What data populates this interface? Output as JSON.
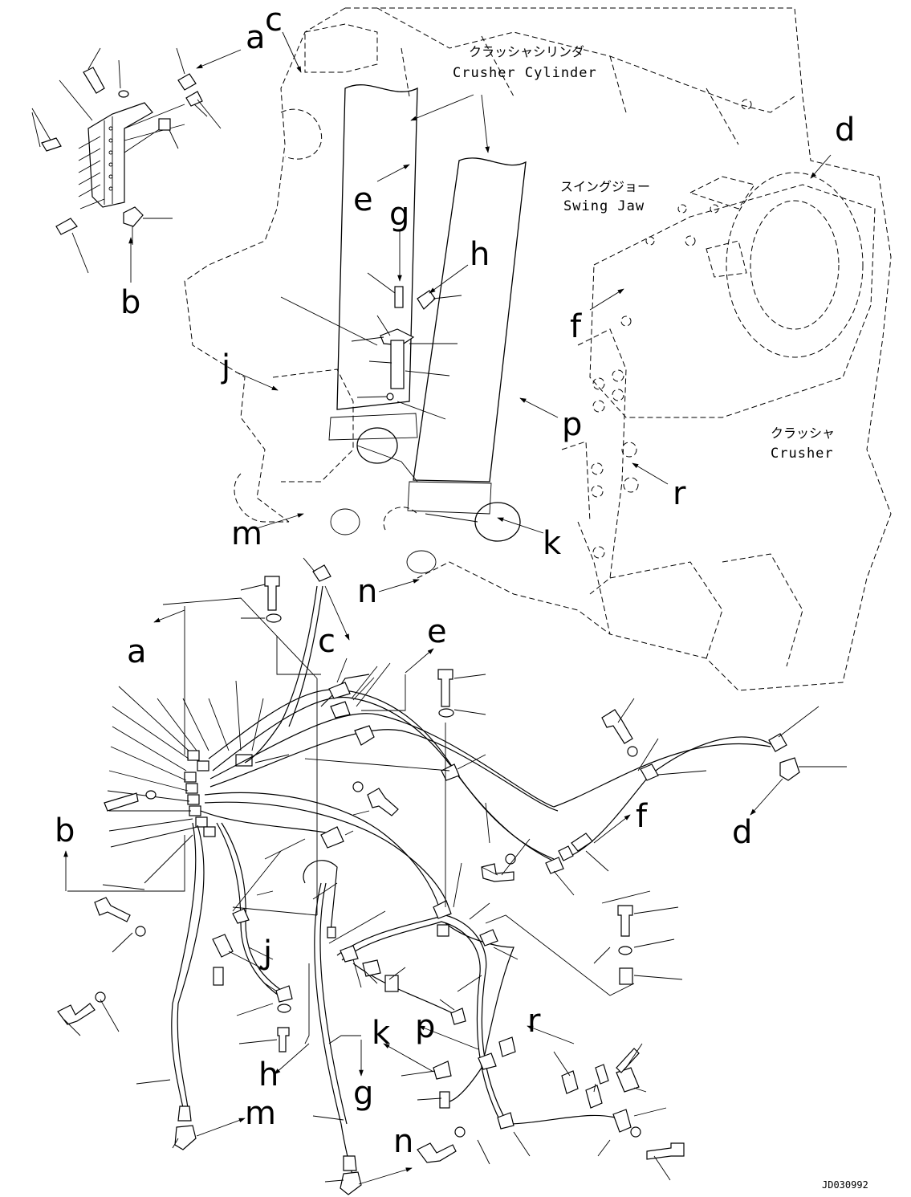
{
  "captions": {
    "crusher_cylinder_jp": "クラッシャシリンダ",
    "crusher_cylinder_en": "Crusher Cylinder",
    "swing_jaw_jp": "スイングジョー",
    "swing_jaw_en": "Swing Jaw",
    "crusher_jp": "クラッシャ",
    "crusher_en": "Crusher"
  },
  "labels": {
    "a": "a",
    "b": "b",
    "c": "c",
    "d": "d",
    "e": "e",
    "f": "f",
    "g": "g",
    "h": "h",
    "j": "j",
    "k": "k",
    "m": "m",
    "n": "n",
    "p": "p",
    "r": "r"
  },
  "drawing_code": "JD030992"
}
